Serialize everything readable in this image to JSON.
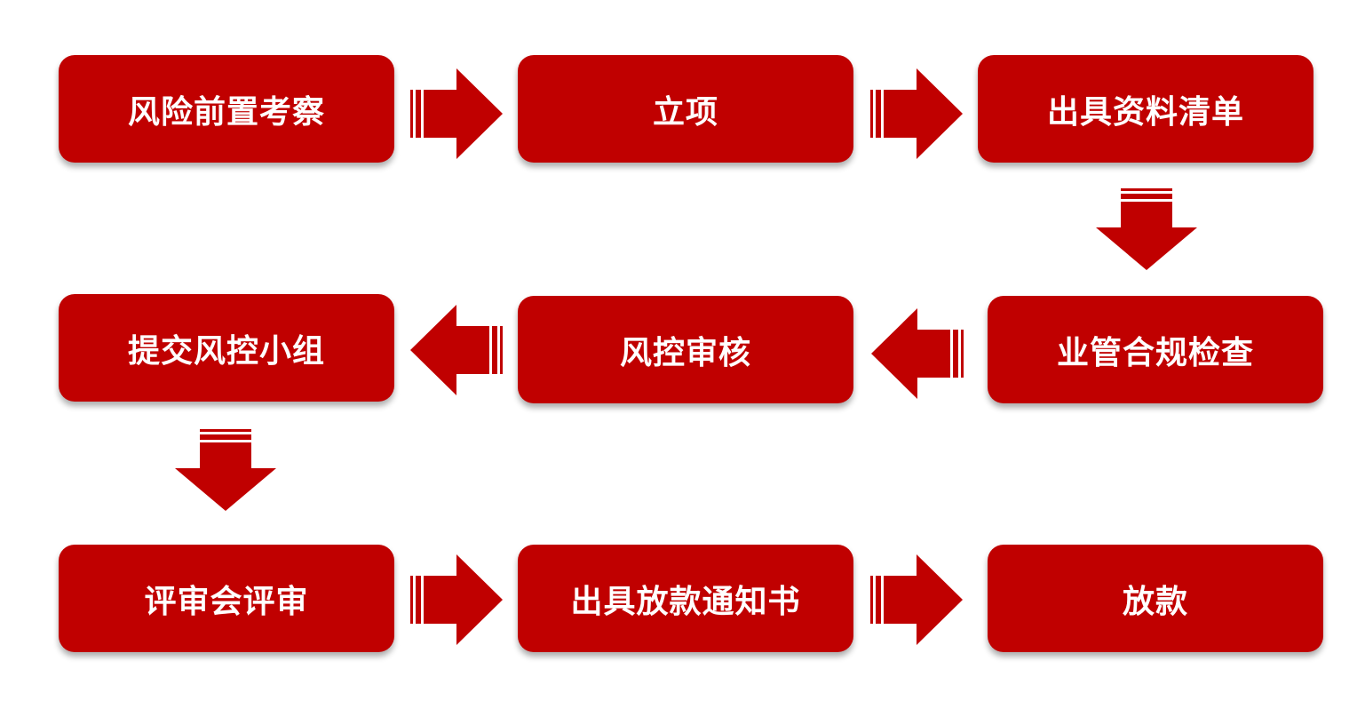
{
  "steps": [
    {
      "label": "风险前置考察"
    },
    {
      "label": "立项"
    },
    {
      "label": "出具资料清单"
    },
    {
      "label": "业管合规检查"
    },
    {
      "label": "风控审核"
    },
    {
      "label": "提交风控小组"
    },
    {
      "label": "评审会评审"
    },
    {
      "label": "出具放款通知书"
    },
    {
      "label": "放款"
    }
  ],
  "colors": {
    "box_fill": "#c00000",
    "box_text": "#ffffff",
    "arrow_fill": "#c00000"
  }
}
